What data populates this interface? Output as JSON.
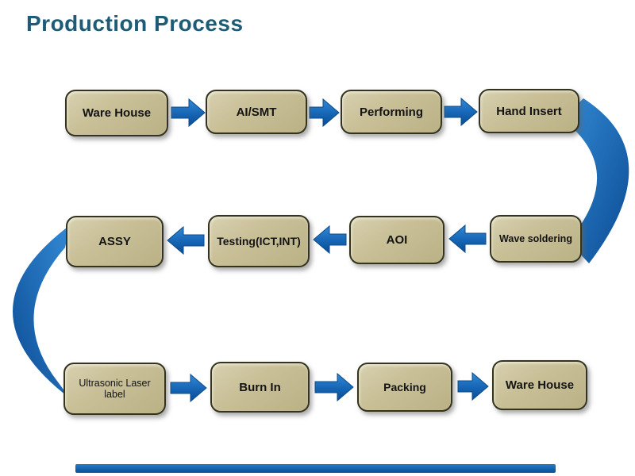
{
  "title": "Production Process",
  "nodes": [
    "Ware House",
    "AI/SMT",
    "Performing",
    "Hand Insert",
    "Wave soldering",
    "AOI",
    "Testing(ICT,INT)",
    "ASSY",
    "Ultrasonic Laser label",
    "Burn In",
    "Packing",
    "Ware House"
  ],
  "connections": [
    {
      "from": "Ware House",
      "to": "AI/SMT"
    },
    {
      "from": "AI/SMT",
      "to": "Performing"
    },
    {
      "from": "Performing",
      "to": "Hand Insert"
    },
    {
      "from": "Hand Insert",
      "to": "Wave soldering"
    },
    {
      "from": "Wave soldering",
      "to": "AOI"
    },
    {
      "from": "AOI",
      "to": "Testing(ICT,INT)"
    },
    {
      "from": "Testing(ICT,INT)",
      "to": "ASSY"
    },
    {
      "from": "ASSY",
      "to": "Ultrasonic Laser label"
    },
    {
      "from": "Ultrasonic Laser label",
      "to": "Burn In"
    },
    {
      "from": "Burn In",
      "to": "Packing"
    },
    {
      "from": "Packing",
      "to": "Ware House"
    }
  ],
  "colors": {
    "title": "#1d5b76",
    "box_fill": "#c9c098",
    "box_border": "#33331f",
    "arrow_blue": "#1565b4",
    "bottom_bar": "#1160ac"
  }
}
